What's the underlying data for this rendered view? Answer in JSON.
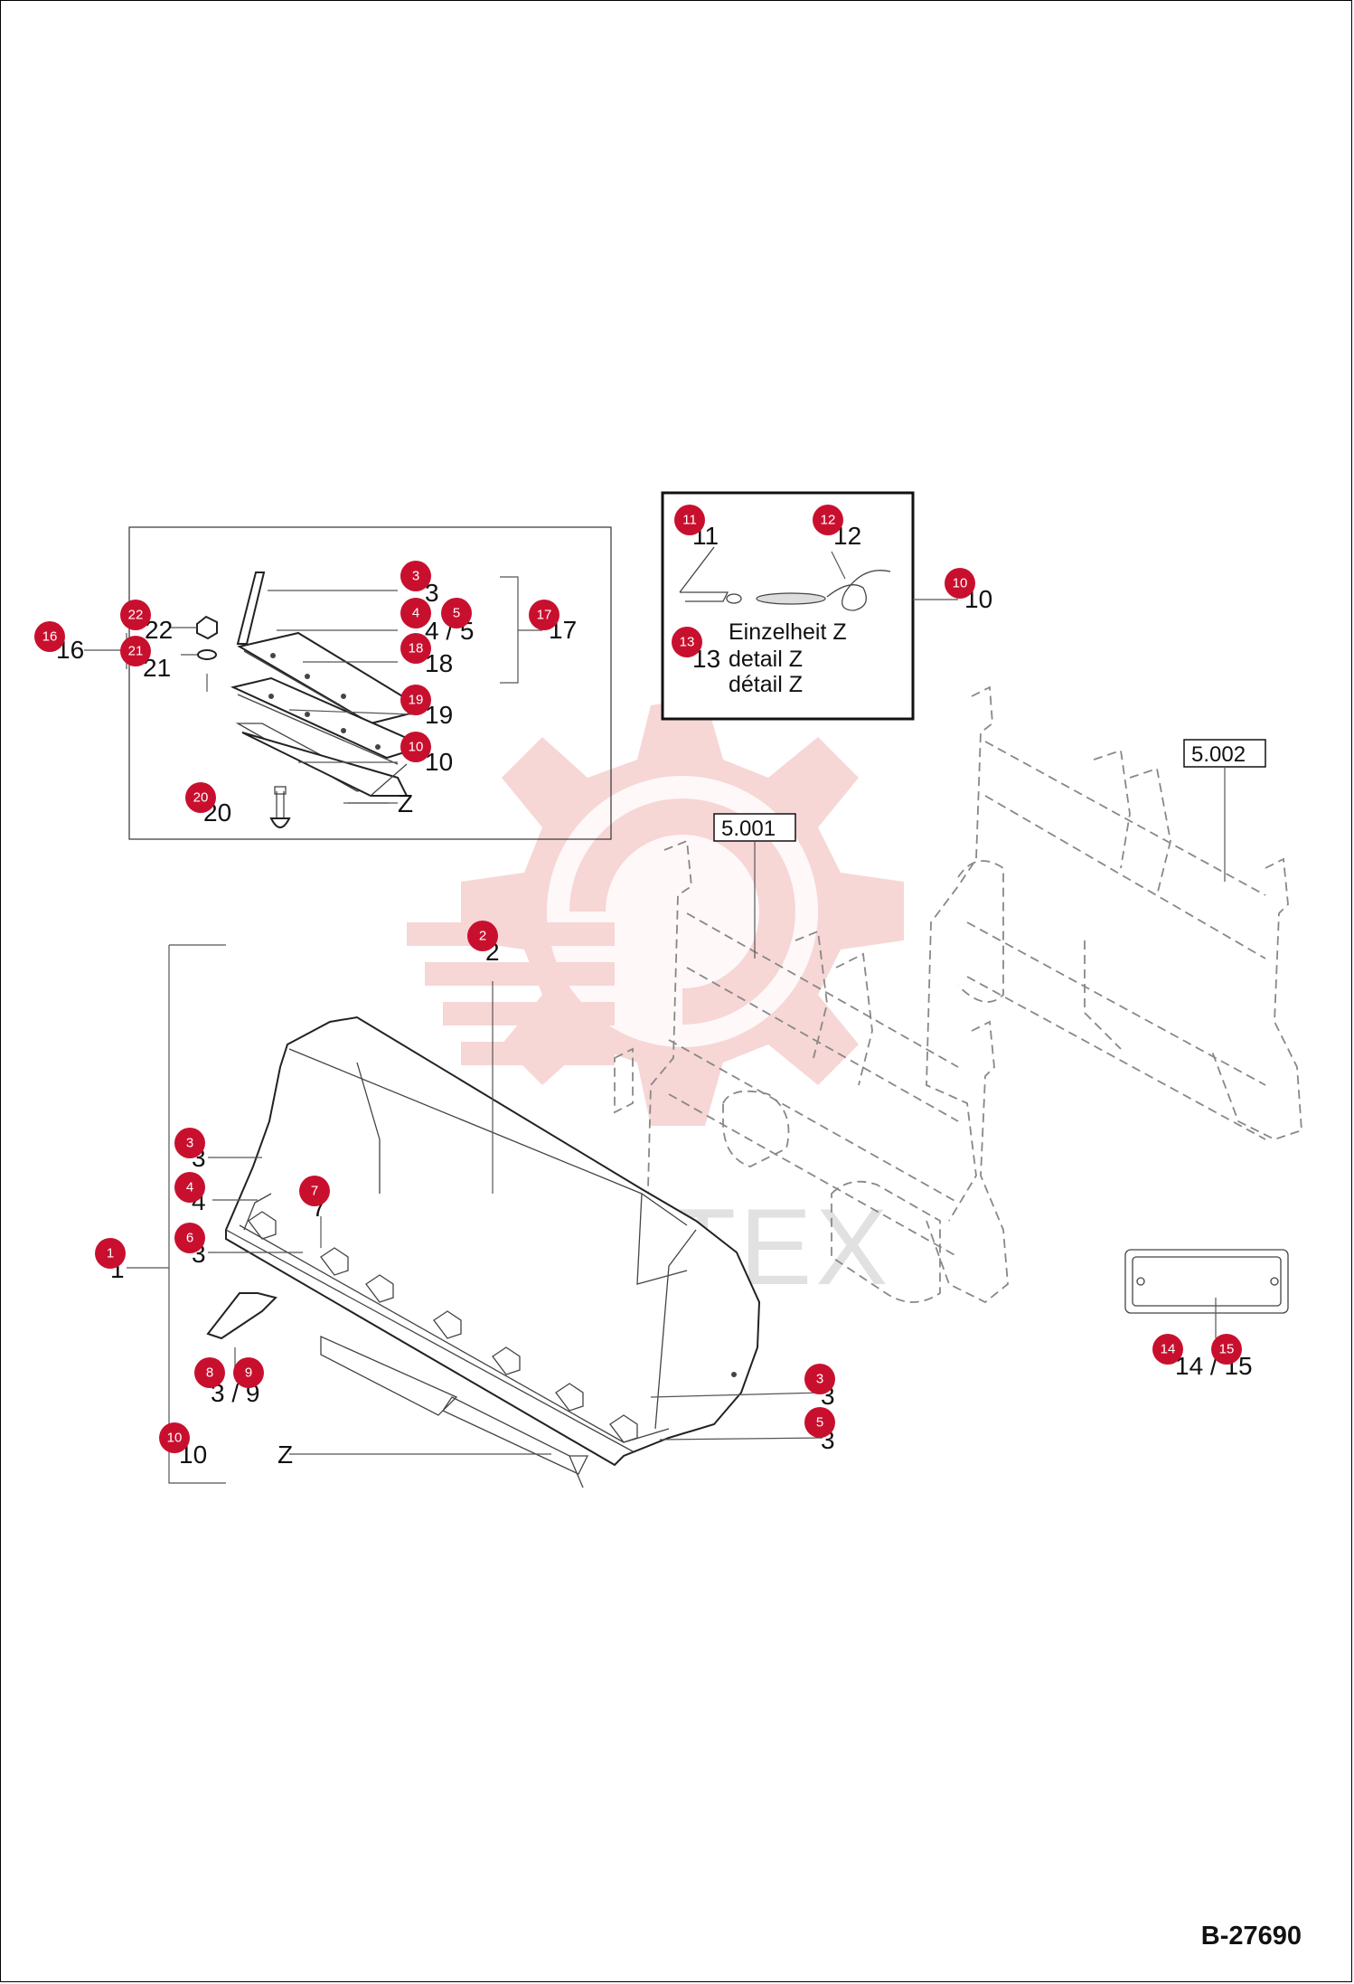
{
  "drawing_number": "B-27690",
  "watermark": "ИНТЕХ",
  "detail_box": {
    "title_de": "Einzelheit Z",
    "title_en": "detail Z",
    "title_fr": "détail Z"
  },
  "references": {
    "quick_hitch_1": "5.001",
    "quick_hitch_2": "5.002"
  },
  "labels": {
    "l1": "1",
    "l2": "2",
    "l3a": "3",
    "l3b": "3",
    "l3c": "3",
    "l3d": "3",
    "l4a": "4",
    "l4b": "4",
    "l5": "3",
    "l6": "3",
    "l7": "7",
    "l8_9": "3 / 9",
    "l10a": "10",
    "l10b": "10",
    "l10c": "10",
    "l11": "11",
    "l12": "12",
    "l13": "13",
    "l14_15": "14 / 15",
    "l16": "16",
    "l17": "17",
    "l18": "18",
    "l19": "19",
    "l20": "20",
    "l21": "21",
    "l22": "22",
    "l45": "4 / 5",
    "lz1": "Z",
    "lz2": "Z"
  },
  "badges": [
    "1",
    "2",
    "3",
    "4",
    "5",
    "6",
    "7",
    "8",
    "9",
    "10",
    "11",
    "12",
    "13",
    "14",
    "15",
    "16",
    "17",
    "18",
    "19",
    "20",
    "21",
    "22"
  ],
  "colors": {
    "badge": "#c8102e",
    "watermark_gear": "#f4c9c9"
  }
}
